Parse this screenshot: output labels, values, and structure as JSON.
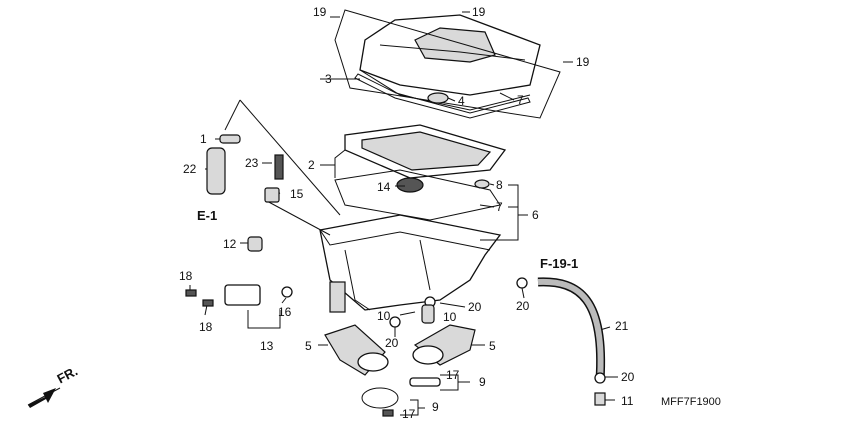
{
  "callouts": {
    "n1": "1",
    "n2": "2",
    "n3": "3",
    "n4": "4",
    "n5a": "5",
    "n5b": "5",
    "n6": "6",
    "n7a": "7",
    "n7b": "7",
    "n8": "8",
    "n9a": "9",
    "n9b": "9",
    "n10a": "10",
    "n10b": "10",
    "n11": "11",
    "n12": "12",
    "n13": "13",
    "n14": "14",
    "n15": "15",
    "n16": "16",
    "n17a": "17",
    "n17b": "17",
    "n18a": "18",
    "n18b": "18",
    "n19a": "19",
    "n19b": "19",
    "n19c": "19",
    "n20a": "20",
    "n20b": "20",
    "n20c": "20",
    "n20d": "20",
    "n21": "21",
    "n22": "22",
    "n23": "23"
  },
  "refs": {
    "e1": "E-1",
    "f191": "F-19-1",
    "front": "FR."
  },
  "diagram_code": "MFF7F1900"
}
